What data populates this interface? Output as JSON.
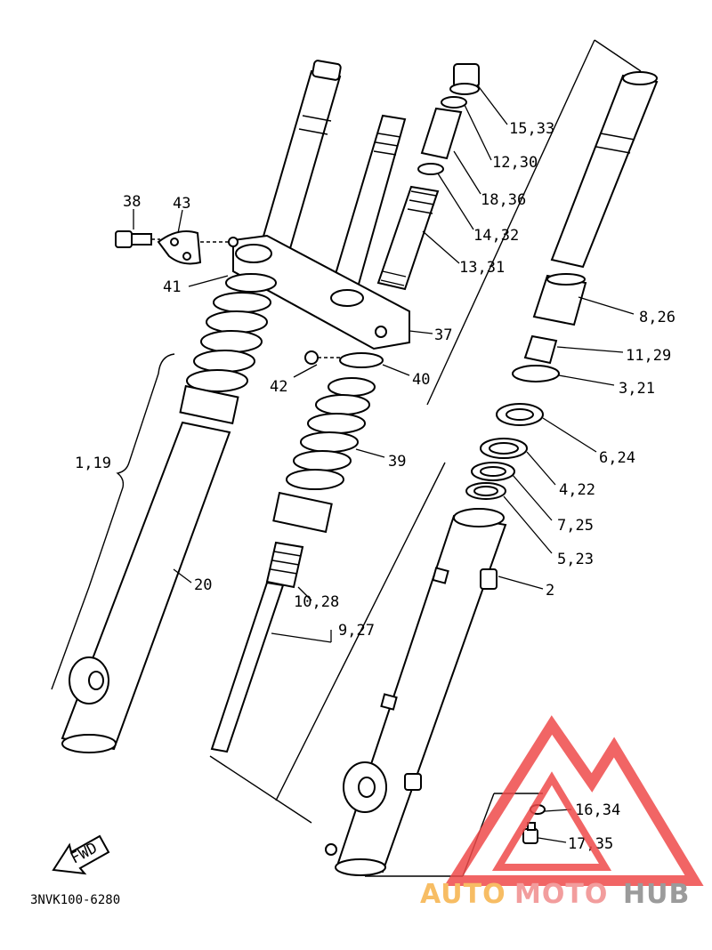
{
  "diagram": {
    "code": "3NVK100-6280",
    "fwd_label": "FWD",
    "labels": {
      "p15_33": "15,33",
      "p12_30": "12,30",
      "p18_36": "18,36",
      "p14_32": "14,32",
      "p13_31": "13,31",
      "p38": "38",
      "p43": "43",
      "p41": "41",
      "p37": "37",
      "p8_26": "8,26",
      "p11_29": "11,29",
      "p3_21": "3,21",
      "p42": "42",
      "p40": "40",
      "p6_24": "6,24",
      "p4_22": "4,22",
      "p39": "39",
      "p1_19": "1,19",
      "p7_25": "7,25",
      "p5_23": "5,23",
      "p20": "20",
      "p2": "2",
      "p10_28": "10,28",
      "p9_27": "9,27",
      "p16_34": "16,34",
      "p17_35": "17,35"
    }
  },
  "watermark": {
    "auto": "AUTO",
    "moto": "MOTO",
    "hub": "HUB",
    "colors": {
      "auto": "#f6b24a",
      "moto": "#f08d8d",
      "hub": "#8a8a8a",
      "triangle": "#ef4b4b"
    }
  }
}
